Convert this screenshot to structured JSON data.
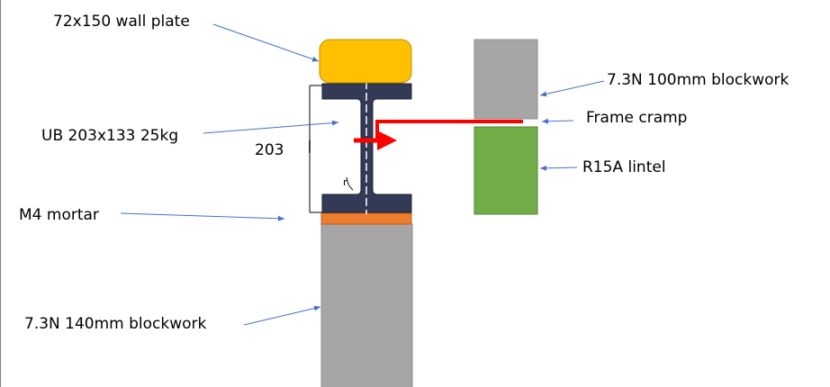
{
  "labels": {
    "wall_plate": "72x150 wall plate",
    "beam": "UB 203x133 25kg",
    "dimension": "203",
    "mortar": "M4 mortar",
    "blockwork_140": "7.3N 140mm blockwork",
    "blockwork_100": "7.3N 100mm blockwork",
    "frame_cramp": "Frame cramp",
    "lintel": "R15A lintel",
    "root_radius": "r"
  },
  "colors": {
    "wall_plate": "#ffc000",
    "beam": "#323a56",
    "mortar": "#ed7d31",
    "blockwork": "#a6a6a6",
    "lintel": "#70ad47",
    "cramp": "#ff0000",
    "leader": "#4472c4"
  }
}
